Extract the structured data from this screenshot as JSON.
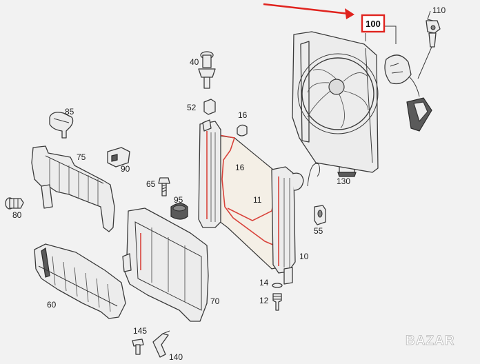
{
  "diagram": {
    "highlighted_part": "100",
    "highlight_color": "#e0231e",
    "labels": {
      "p10": "10",
      "p11": "11",
      "p12": "12",
      "p14": "14",
      "p16a": "16",
      "p16b": "16",
      "p40": "40",
      "p52": "52",
      "p55": "55",
      "p60": "60",
      "p65": "65",
      "p70": "70",
      "p75": "75",
      "p80": "80",
      "p85": "85",
      "p90": "90",
      "p95": "95",
      "p110": "110",
      "p130": "130",
      "p140": "140",
      "p145": "145"
    }
  },
  "watermark": "BAZAR"
}
